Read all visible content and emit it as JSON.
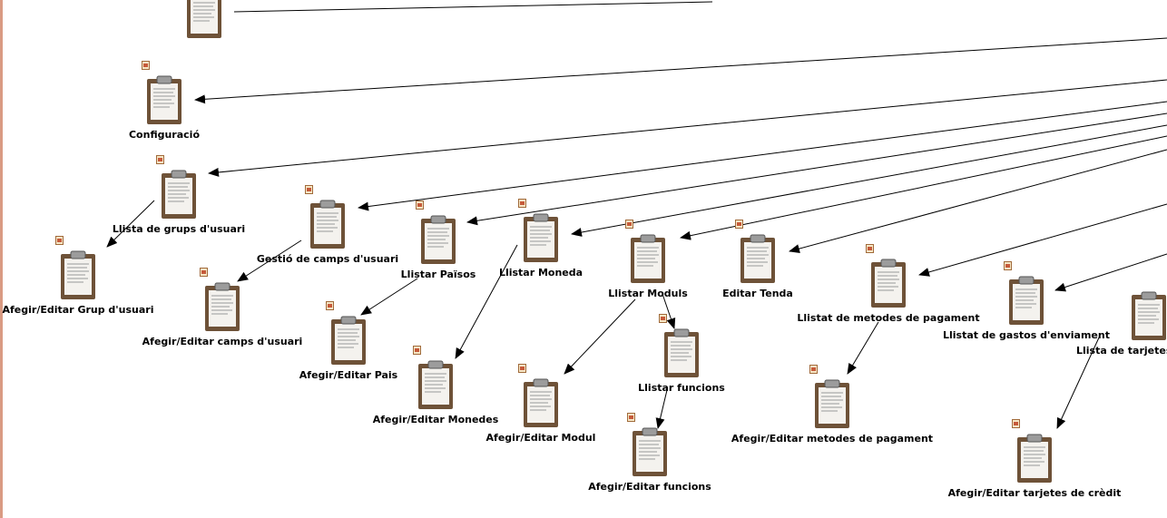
{
  "colors": {
    "left_border": "#d99b83",
    "edge": "#000000",
    "board": "#6e5238",
    "paper": "#f4f2ee"
  },
  "nodes": [
    {
      "id": "top",
      "label": ""
    },
    {
      "id": "configuracio",
      "label": "Configuració"
    },
    {
      "id": "llista-grups",
      "label": "Llista de grups d'usuari"
    },
    {
      "id": "afegir-grup",
      "label": "Afegir/Editar Grup d'usuari"
    },
    {
      "id": "gestio-camps",
      "label": "Gestió de camps d'usuari"
    },
    {
      "id": "afegir-camps",
      "label": "Afegir/Editar camps d'usuari"
    },
    {
      "id": "llistar-paisos",
      "label": "Llistar Països"
    },
    {
      "id": "afegir-pais",
      "label": "Afegir/Editar Pais"
    },
    {
      "id": "llistar-moneda",
      "label": "Llistar Moneda"
    },
    {
      "id": "afegir-monedes",
      "label": "Afegir/Editar Monedes"
    },
    {
      "id": "llistar-moduls",
      "label": "Llistar Moduls"
    },
    {
      "id": "afegir-modul",
      "label": "Afegir/Editar Modul"
    },
    {
      "id": "llistar-funcions",
      "label": "Llistar funcions"
    },
    {
      "id": "afegir-funcions",
      "label": "Afegir/Editar funcions"
    },
    {
      "id": "editar-tenda",
      "label": "Editar Tenda"
    },
    {
      "id": "llistat-metodes",
      "label": "Llistat de metodes de pagament"
    },
    {
      "id": "afegir-metodes",
      "label": "Afegir/Editar metodes de pagament"
    },
    {
      "id": "llistat-gastos",
      "label": "Llistat de gastos d'enviament"
    },
    {
      "id": "llista-tarjetes",
      "label": "Llista de tarjetes d"
    },
    {
      "id": "afegir-tarjetes",
      "label": "Afegir/Editar tarjetes de crèdit"
    }
  ]
}
